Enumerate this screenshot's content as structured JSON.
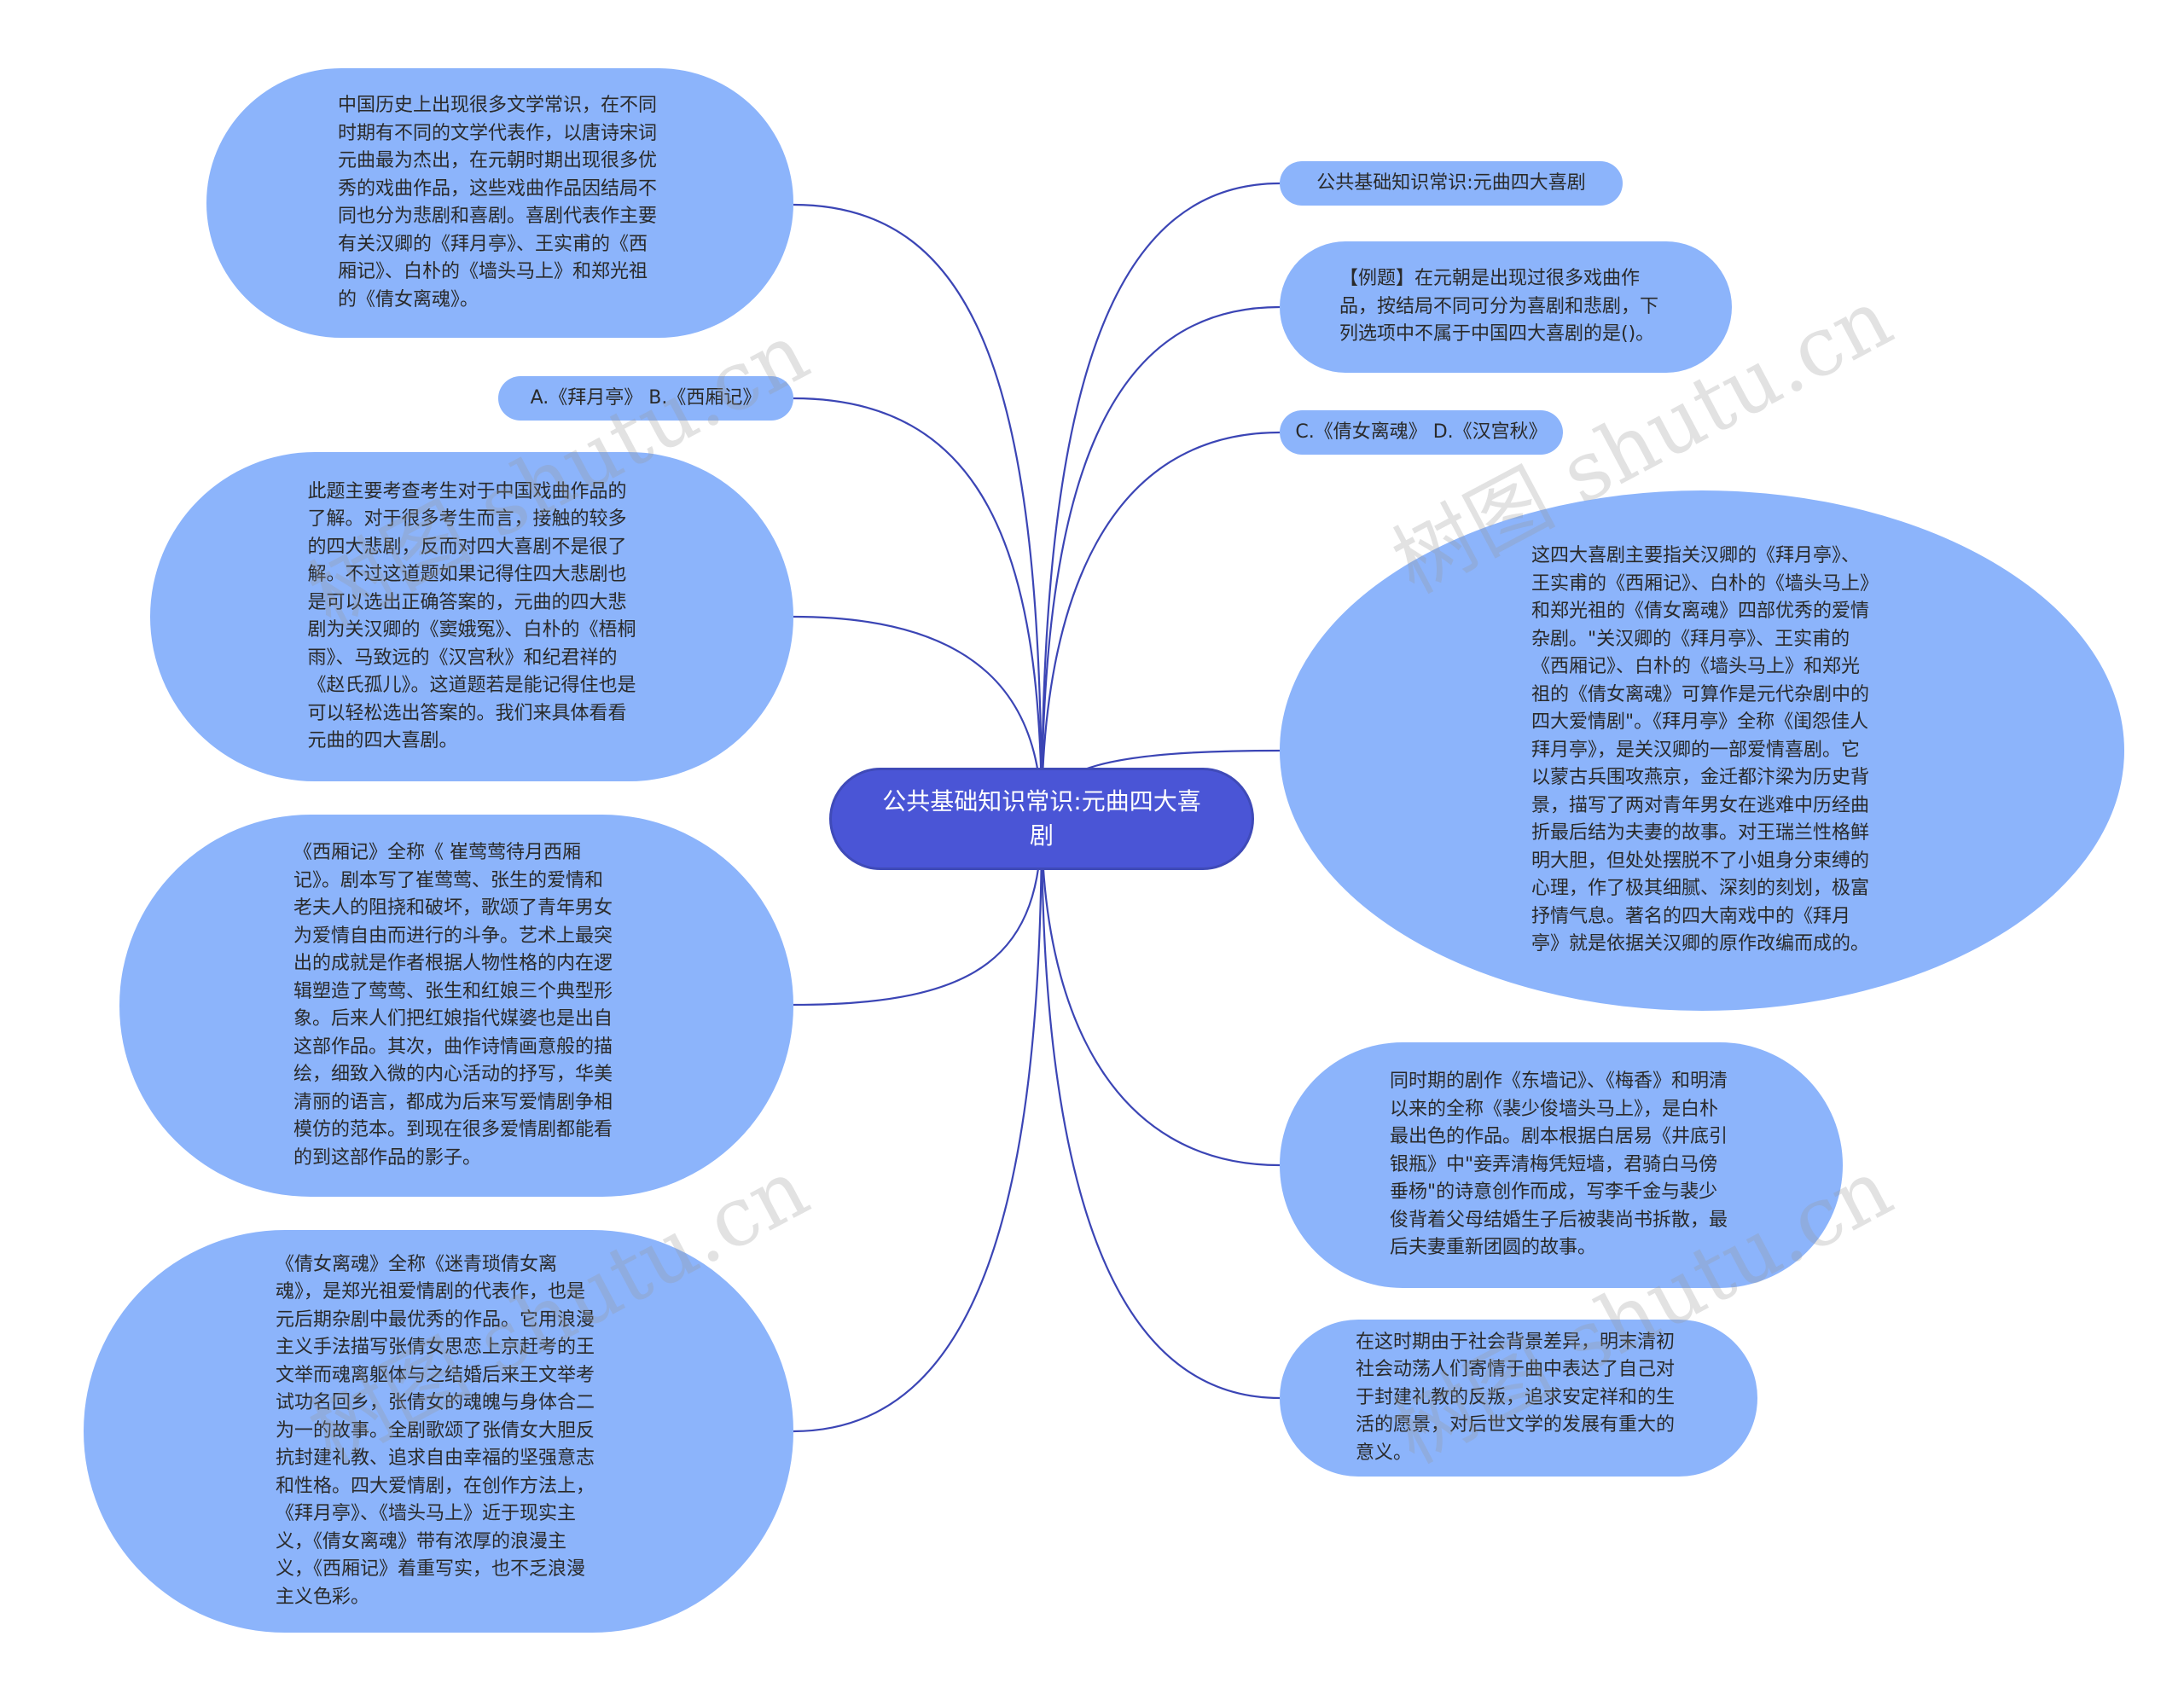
{
  "center": {
    "text": "公共基础知识常识:元曲四大喜剧"
  },
  "right": [
    {
      "text": "公共基础知识常识:元曲四大喜剧"
    },
    {
      "text": "【例题】在元朝是出现过很多戏曲作品，按结局不同可分为喜剧和悲剧，下列选项中不属于中国四大喜剧的是()。"
    },
    {
      "text": "C.《倩女离魂》 D.《汉宫秋》"
    },
    {
      "text": "这四大喜剧主要指关汉卿的《拜月亭》、王实甫的《西厢记》、白朴的《墙头马上》和郑光祖的《倩女离魂》四部优秀的爱情杂剧。\"关汉卿的《拜月亭》、王实甫的《西厢记》、白朴的《墙头马上》和郑光祖的《倩女离魂》可算作是元代杂剧中的四大爱情剧\"。《拜月亭》全称《闺怨佳人拜月亭》，是关汉卿的一部爱情喜剧。它以蒙古兵围攻燕京，金迁都汴梁为历史背景，描写了两对青年男女在逃难中历经曲折最后结为夫妻的故事。对王瑞兰性格鲜明大胆，但处处摆脱不了小姐身分束缚的心理，作了极其细腻、深刻的刻划，极富抒情气息。著名的四大南戏中的《拜月亭》就是依据关汉卿的原作改编而成的。"
    },
    {
      "text": "同时期的剧作《东墙记》、《梅香》和明清以来的全称《裴少俊墙头马上》，是白朴最出色的作品。剧本根据白居易《井底引银瓶》中\"妾弄清梅凭短墙，君骑白马傍垂杨\"的诗意创作而成，写李千金与裴少俊背着父母结婚生子后被裴尚书拆散，最后夫妻重新团圆的故事。"
    },
    {
      "text": "在这时期由于社会背景差异，明末清初社会动荡人们寄情于曲中表达了自己对于封建礼教的反叛，追求安定祥和的生活的愿景，对后世文学的发展有重大的意义。"
    }
  ],
  "left": [
    {
      "text": "中国历史上出现很多文学常识，在不同时期有不同的文学代表作，以唐诗宋词元曲最为杰出，在元朝时期出现很多优秀的戏曲作品，这些戏曲作品因结局不同也分为悲剧和喜剧。喜剧代表作主要有关汉卿的《拜月亭》、王实甫的《西厢记》、白朴的《墙头马上》和郑光祖的《倩女离魂》。"
    },
    {
      "text": "A.《拜月亭》 B.《西厢记》"
    },
    {
      "text": "此题主要考查考生对于中国戏曲作品的了解。对于很多考生而言，接触的较多的四大悲剧，反而对四大喜剧不是很了解。不过这道题如果记得住四大悲剧也是可以选出正确答案的，元曲的四大悲剧为关汉卿的《窦娥冤》、白朴的《梧桐雨》、马致远的《汉宫秋》和纪君祥的《赵氏孤儿》。这道题若是能记得住也是可以轻松选出答案的。我们来具体看看元曲的四大喜剧。"
    },
    {
      "text": "《西厢记》全称《 崔莺莺待月西厢记》。剧本写了崔莺莺、张生的爱情和老夫人的阻挠和破坏，歌颂了青年男女为爱情自由而进行的斗争。艺术上最突出的成就是作者根据人物性格的内在逻辑塑造了莺莺、张生和红娘三个典型形象。后来人们把红娘指代媒婆也是出自这部作品。其次，曲作诗情画意般的描绘，细致入微的内心活动的抒写，华美清丽的语言，都成为后来写爱情剧争相模仿的范本。到现在很多爱情剧都能看的到这部作品的影子。"
    },
    {
      "text": "《倩女离魂》全称《迷青琐倩女离魂》，是郑光祖爱情剧的代表作，也是元后期杂剧中最优秀的作品。它用浪漫主义手法描写张倩女思恋上京赶考的王文举而魂离躯体与之结婚后来王文举考试功名回乡，张倩女的魂魄与身体合二为一的故事。全剧歌颂了张倩女大胆反抗封建礼教、追求自由幸福的坚强意志和性格。四大爱情剧，在创作方法上，《拜月亭》、《墙头马上》近于现实主义，《倩女离魂》带有浓厚的浪漫主义，《西厢记》着重写实，也不乏浪漫主义色彩。"
    }
  ],
  "colors": {
    "node_fill": "#8cb4fb",
    "center_fill": "#4a55d6",
    "edge": "#3b45b5"
  }
}
